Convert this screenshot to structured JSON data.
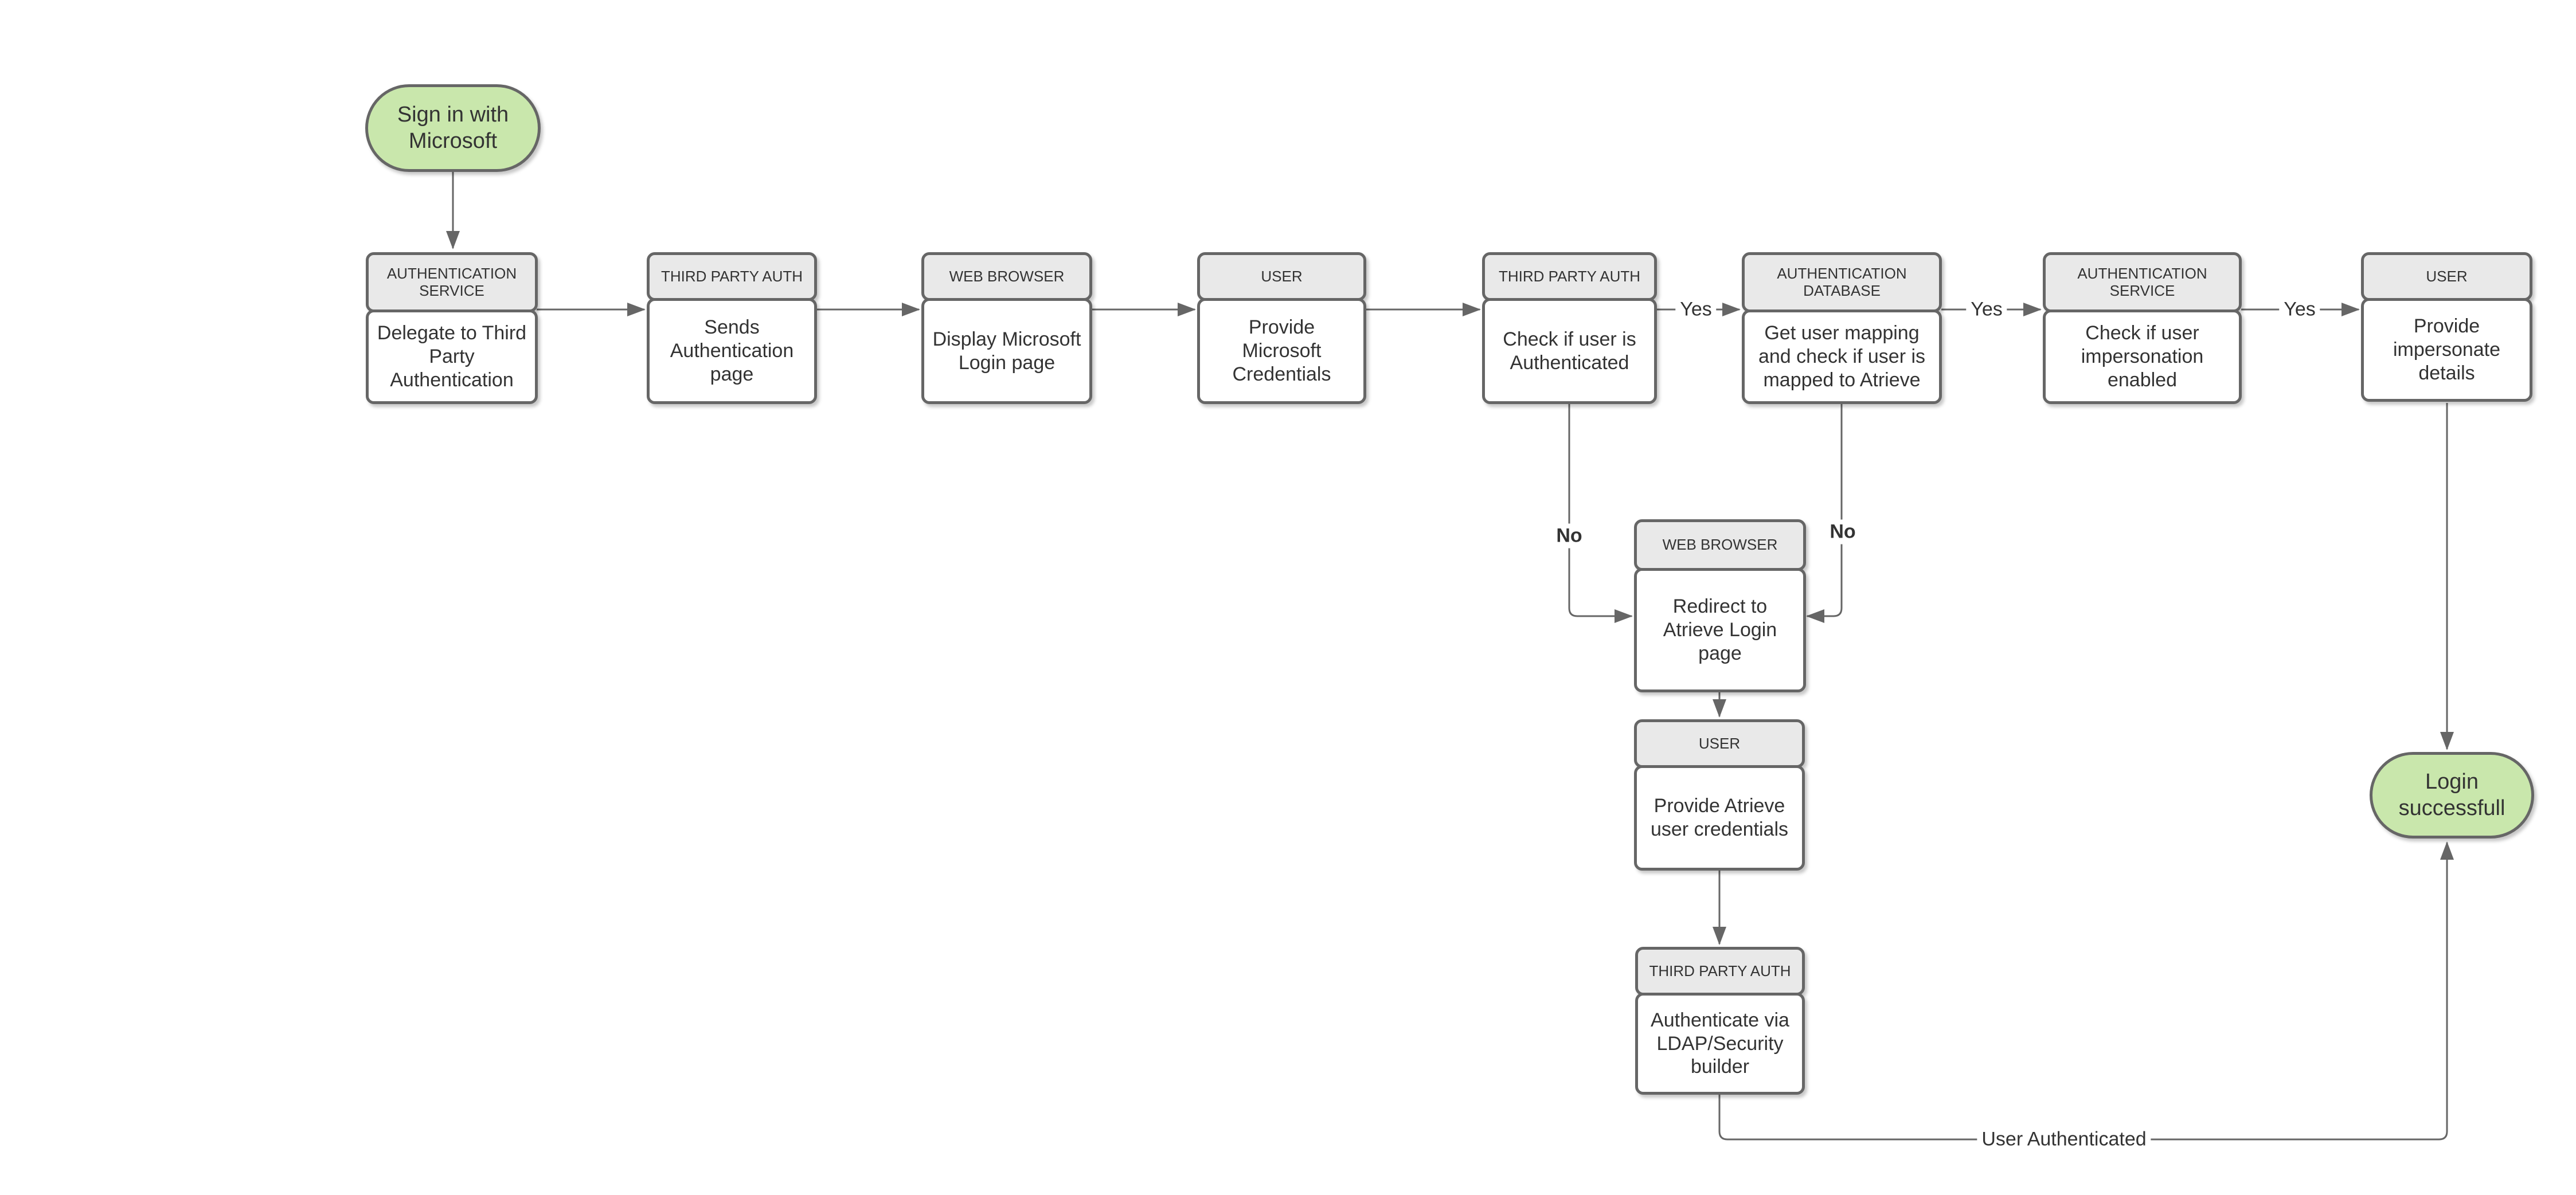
{
  "diagram": {
    "start_node": {
      "label": "Sign in with Microsoft"
    },
    "end_node": {
      "label": "Login successfull"
    },
    "nodes": [
      {
        "title": "AUTHENTICATION SERVICE",
        "body": "Delegate to Third Party Authentication"
      },
      {
        "title": "THIRD PARTY AUTH",
        "body": "Sends Authentication page"
      },
      {
        "title": "WEB BROWSER",
        "body": "Display Microsoft Login page"
      },
      {
        "title": "USER",
        "body": "Provide Microsoft Credentials"
      },
      {
        "title": "THIRD PARTY AUTH",
        "body": "Check if user is Authenticated"
      },
      {
        "title": "AUTHENTICATION DATABASE",
        "body": "Get user mapping and check if user is mapped to Atrieve"
      },
      {
        "title": "AUTHENTICATION SERVICE",
        "body": "Check if user impersonation enabled"
      },
      {
        "title": "USER",
        "body": "Provide impersonate details"
      },
      {
        "title": "WEB BROWSER",
        "body": "Redirect to Atrieve Login page"
      },
      {
        "title": "USER",
        "body": "Provide Atrieve user credentials"
      },
      {
        "title": "THIRD PARTY AUTH",
        "body": "Authenticate via LDAP/Security builder"
      }
    ],
    "edge_labels": {
      "yes_after_auth_check": "Yes",
      "yes_after_mapping": "Yes",
      "yes_after_impersonation": "Yes",
      "no_auth_failed": "No",
      "no_not_mapped": "No",
      "user_authenticated": "User Authenticated"
    },
    "colors": {
      "terminal_fill": "#c9e7ac",
      "header_fill": "#e9e9e9",
      "node_fill": "#ffffff",
      "border": "#666666",
      "line": "#666666",
      "text": "#333333"
    }
  }
}
